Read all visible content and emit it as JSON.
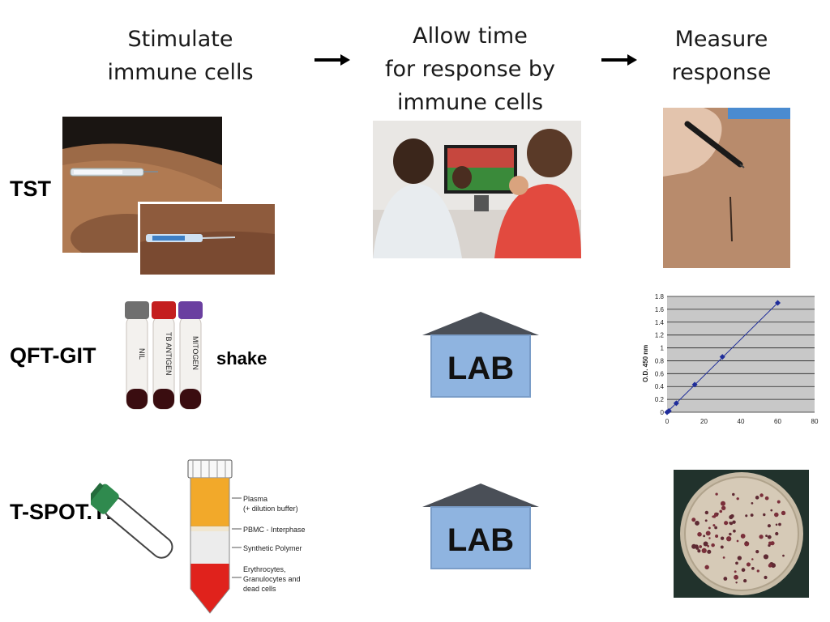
{
  "headers": {
    "stimulate": "Stimulate\nimmune cells",
    "allow": "Allow time\nfor response by\nimmune cells",
    "measure": "Measure\nresponse"
  },
  "rows": {
    "tst": "TST",
    "qft": "QFT-GIT",
    "tspot": "T-SPOT.TB"
  },
  "shake_label": "shake",
  "lab_label": "LAB",
  "tube_labels": {
    "plasma": "Plasma",
    "plasma_sub": "(+ dilution buffer)",
    "pbmc": "PBMC - Interphase",
    "polymer": "Synthetic Polymer",
    "ery1": "Erythrocytes,",
    "ery2": "Granulocytes and",
    "ery3": "dead cells"
  },
  "qft_tube_texts": [
    "NIL",
    "TB ANTIGEN",
    "MITOGEN"
  ],
  "colors": {
    "lab_box": "#8fb4e0",
    "lab_roof": "#4a4f57",
    "plasma": "#f2a92a",
    "blood": "#e0221c",
    "cap_gray": "#6f6f6f",
    "cap_red": "#c41e1e",
    "cap_purple": "#6a3fa0",
    "cap_green": "#2f8a4e",
    "chart_line": "#1f2d9a"
  },
  "chart_data": {
    "type": "scatter",
    "x": [
      0,
      1,
      5,
      15,
      30,
      60
    ],
    "y": [
      0,
      0.02,
      0.14,
      0.43,
      0.86,
      1.7
    ],
    "xlim": [
      0,
      80
    ],
    "ylim": [
      0,
      1.8
    ],
    "xticks": [
      "0",
      "20",
      "40",
      "60",
      "80"
    ],
    "yticks": [
      "0",
      "0.2",
      "0.4",
      "0.6",
      "0.8",
      "1",
      "1.2",
      "1.4",
      "1.6",
      "1.8"
    ],
    "ylabel": "O.D. 450 nm",
    "grid": true
  }
}
